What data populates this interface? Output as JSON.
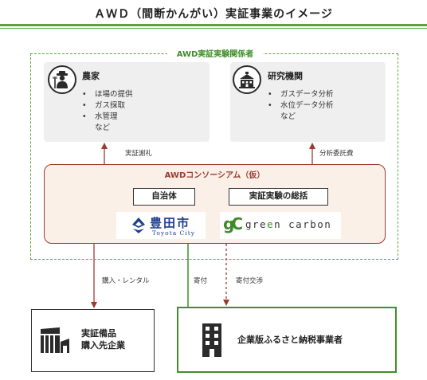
{
  "header": {
    "title": "ＡＷＤ（間断かんがい）実証事業のイメージ"
  },
  "group": {
    "label": "AWD実証実験関係者"
  },
  "farmer_card": {
    "icon": "farmer-icon",
    "heading": "農家",
    "bullet": "•",
    "items": [
      "ほ場の提供",
      "ガス採取",
      "水管理"
    ],
    "extra": "など"
  },
  "research_card": {
    "icon": "research-building-icon",
    "heading": "研究機関",
    "bullet": "•",
    "items": [
      "ガスデータ分析",
      "水位データ分析"
    ],
    "extra": "など"
  },
  "arrows": {
    "to_farmer": "実証謝礼",
    "to_research": "分析委託費",
    "to_supplier": "購入・レンタル",
    "donation": "寄付",
    "donation_negotiation": "寄付交渉"
  },
  "consortium": {
    "label": "AWDコンソーシアム（仮）",
    "role_left": "自治体",
    "role_right": "実証実験の総括"
  },
  "logos": {
    "toyota_name": "豊田市",
    "toyota_sub": "Toyota City",
    "gc_mark": "gC",
    "gc_name_start": "gre",
    "gc_name_accent": "e",
    "gc_name_end": "n carbon"
  },
  "bottom": {
    "supplier_line1": "実証備品",
    "supplier_line2": "購入先企業",
    "companies": "企業版ふるさと納税事業者"
  },
  "colors": {
    "green": "#5aa33c",
    "dark_red": "#9a3b32",
    "consortium_fill": "#fbf0e8",
    "card_fill": "#efefef"
  }
}
